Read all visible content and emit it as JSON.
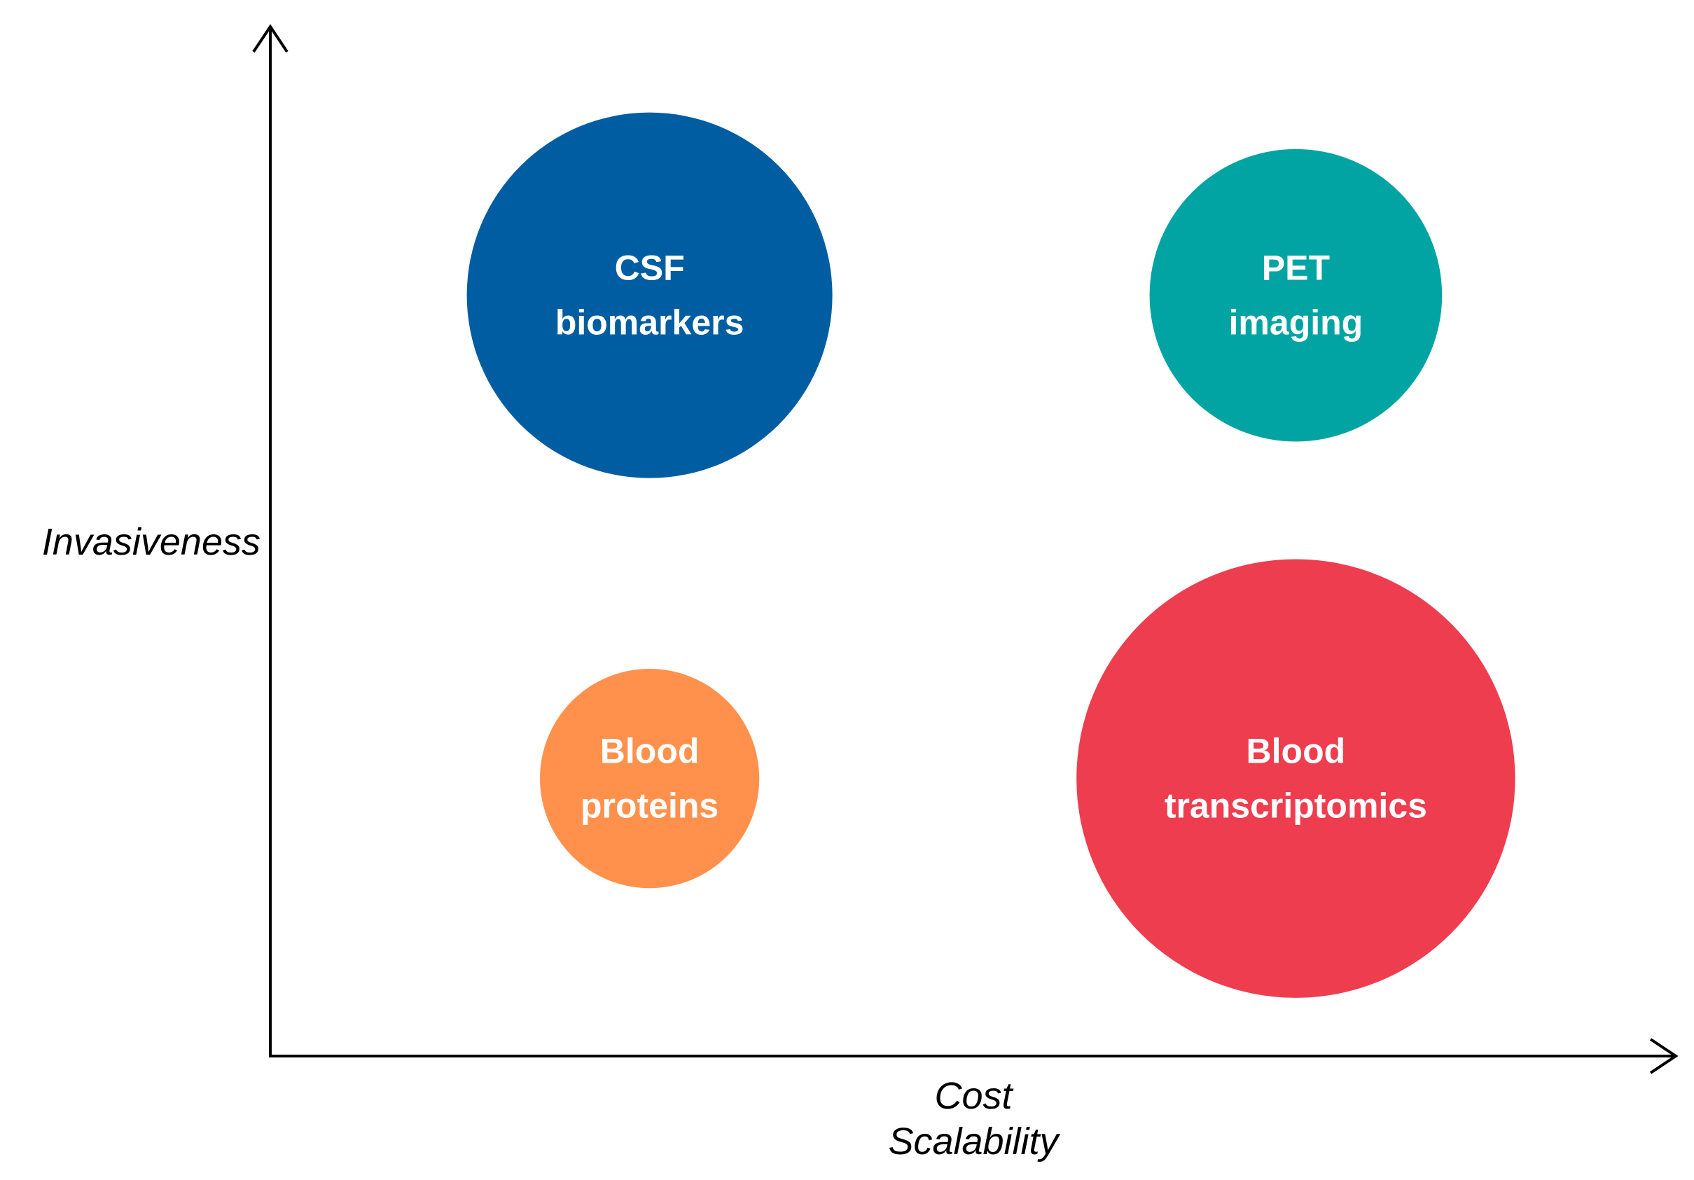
{
  "chart_data": {
    "type": "scatter",
    "variant": "bubble",
    "xlabel": [
      "Cost",
      "Scalability"
    ],
    "ylabel": "Invasiveness",
    "grid": false,
    "legend": "none",
    "axes_arrows": true,
    "bubbles": [
      {
        "label_lines": [
          "CSF",
          "biomarkers"
        ],
        "x": 0.27,
        "y": 0.74,
        "size": 0.75,
        "color": "#015DA1"
      },
      {
        "label_lines": [
          "PET",
          "imaging"
        ],
        "x": 0.73,
        "y": 0.74,
        "size": 0.6,
        "color": "#01A4A2"
      },
      {
        "label_lines": [
          "Blood",
          "proteins"
        ],
        "x": 0.27,
        "y": 0.27,
        "size": 0.45,
        "color": "#FF914C"
      },
      {
        "label_lines": [
          "Blood",
          "transcriptomics"
        ],
        "x": 0.73,
        "y": 0.27,
        "size": 0.9,
        "color": "#EE3D4E"
      }
    ]
  }
}
